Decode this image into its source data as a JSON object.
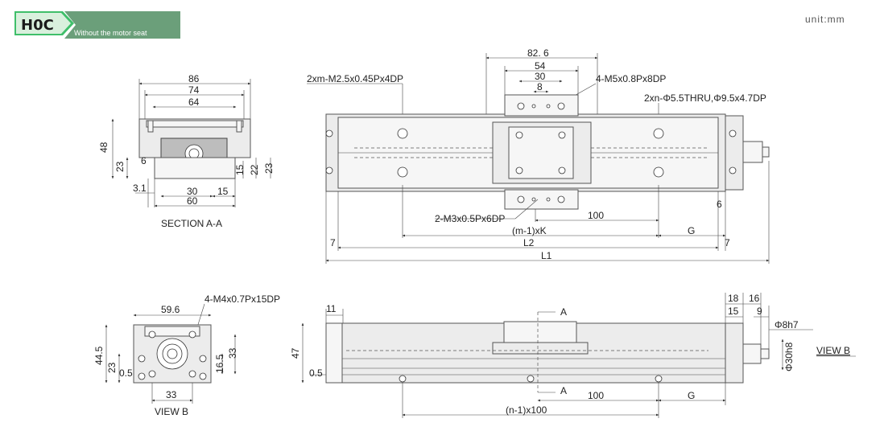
{
  "header": {
    "code": "H0C",
    "subtitle": "Without the motor seat",
    "unit": "unit:mm",
    "colors": {
      "tab": "#3fbf6a",
      "tab_light": "#d9f0dd",
      "banner": "#6b9f7a"
    }
  },
  "section_aa": {
    "title": "SECTION A-A",
    "dims": {
      "w86": "86",
      "w74": "74",
      "w64": "64",
      "h48": "48",
      "h23": "23",
      "h6": "6",
      "h15": "15",
      "h22": "22",
      "h23r": "23",
      "d31": "3.1",
      "w30": "30",
      "w15": "15",
      "w60": "60"
    }
  },
  "top_view": {
    "dims": {
      "w826": "82. 6",
      "w54": "54",
      "w30": "30",
      "w8": "8",
      "d100": "100",
      "mk": "(m-1)xK",
      "g": "G",
      "l2": "L2",
      "l1": "L1",
      "s7l": "7",
      "s7r": "7",
      "s6": "6"
    },
    "callouts": {
      "c1": "2xm-M2.5x0.45Px4DP",
      "c2": "4-M5x0.8Px8DP",
      "c3": "2xn-Φ5.5THRU,Φ9.5x4.7DP",
      "c4": "2-M3x0.5Px6DP"
    }
  },
  "view_b_left": {
    "title": "VIEW B",
    "callout": "4-M4x0.7Px15DP",
    "dims": {
      "w596": "59.6",
      "h445": "44.5",
      "h23": "23",
      "d05": "0.5",
      "h33": "33",
      "h165": "16.5",
      "w33": "33"
    }
  },
  "side_view": {
    "dims": {
      "w11": "11",
      "h47": "47",
      "d05": "0.5",
      "a_top": "A",
      "a_bot": "A",
      "d100": "100",
      "g": "G",
      "n100": "(n-1)x100",
      "w18": "18",
      "w16": "16",
      "w15": "15",
      "w9": "9",
      "phi8": "Φ8h7",
      "phi30": "Φ30h8"
    },
    "view_label": "VIEW B"
  }
}
